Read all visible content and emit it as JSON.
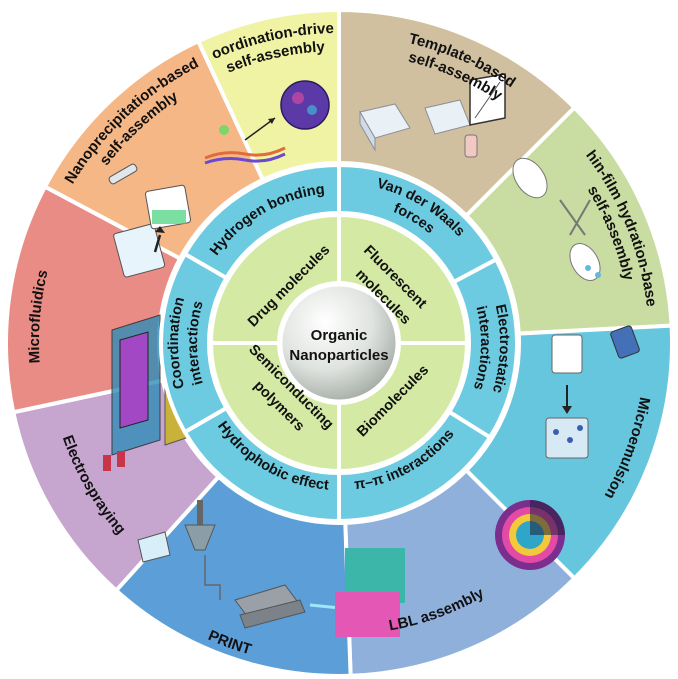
{
  "center": {
    "line1": "Organic",
    "line2": "Nanoparticles"
  },
  "molecules": [
    {
      "label1": "Drug molecules",
      "label2": "",
      "color": "#d4eaa4"
    },
    {
      "label1": "Fluorescent",
      "label2": "molecules",
      "color": "#d4eaa4"
    },
    {
      "label1": "Biomolecules",
      "label2": "",
      "color": "#d4eaa4"
    },
    {
      "label1": "Semiconducting",
      "label2": "polymers",
      "color": "#d4eaa4"
    }
  ],
  "forces": [
    {
      "label1": "Hydrogen bonding",
      "label2": ""
    },
    {
      "label1": "Van der Waals",
      "label2": "forces"
    },
    {
      "label1": "Electrostatic",
      "label2": "interactions"
    },
    {
      "label1": "π–π interactions",
      "label2": ""
    },
    {
      "label1": "Hydrophobic effect",
      "label2": ""
    },
    {
      "label1": "Coordination",
      "label2": "interactions"
    }
  ],
  "methods": [
    {
      "label1": "Template-based",
      "label2": "self-assembly",
      "color": "#d1c09f"
    },
    {
      "label1": "Thin-film hydration-based",
      "label2": "self-assembly",
      "color": "#c9dca1"
    },
    {
      "label1": "Microemulsion",
      "label2": "",
      "color": "#66c6dd"
    },
    {
      "label1": "LBL assembly",
      "label2": "",
      "color": "#90b0dc"
    },
    {
      "label1": "PRINT",
      "label2": "",
      "color": "#5c9fd8"
    },
    {
      "label1": "Electrospraying",
      "label2": "",
      "color": "#c6a5cf"
    },
    {
      "label1": "Microfluidics",
      "label2": "",
      "color": "#ea8c86"
    },
    {
      "label1": "Nanoprecipitation-based",
      "label2": "self-assembly",
      "color": "#f6b786"
    },
    {
      "label1": "Coordination-driven",
      "label2": "self-assembly",
      "color": "#f0f2a4"
    }
  ],
  "colors": {
    "force_ring": "#6ccbe0",
    "ring_border": "#ffffff",
    "sphere": "#d8dcd8"
  }
}
